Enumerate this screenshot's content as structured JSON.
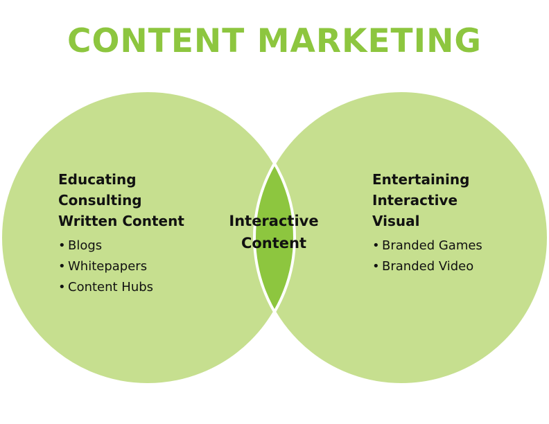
{
  "title": "CONTENT MARKETING",
  "colors": {
    "outer_circle": "#c6df8f",
    "intersection": "#8dc63f",
    "title": "#8dc63f",
    "outline": "#ffffff"
  },
  "left": {
    "headings": [
      "Educating",
      "Consulting",
      "Written Content"
    ],
    "items": [
      "Blogs",
      "Whitepapers",
      "Content Hubs"
    ]
  },
  "center": {
    "lines": [
      "Interactive",
      "Content"
    ]
  },
  "right": {
    "headings": [
      "Entertaining",
      "Interactive",
      "Visual"
    ],
    "items": [
      "Branded Games",
      "Branded Video"
    ]
  },
  "bullet": "•"
}
